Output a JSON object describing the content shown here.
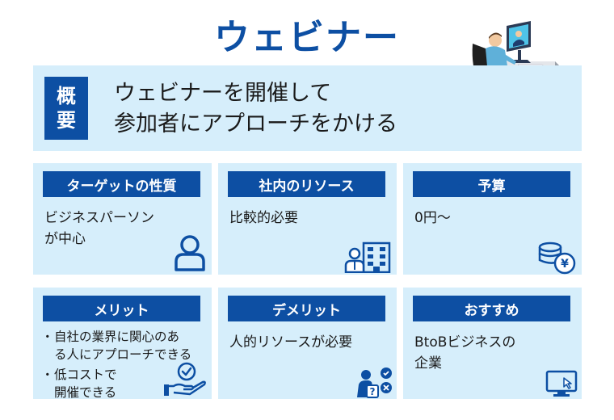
{
  "title": "ウェビナー",
  "overview": {
    "badge": [
      "概",
      "要"
    ],
    "lines": [
      "ウェビナーを開催して",
      "参加者にアプローチをかける"
    ]
  },
  "cards": [
    {
      "header": "ターゲットの性質",
      "body": [
        "ビジネスパーソン",
        "が中心"
      ],
      "icon": "person-icon"
    },
    {
      "header": "社内のリソース",
      "body": [
        "比較的必要"
      ],
      "icon": "staff-building-icon"
    },
    {
      "header": "予算",
      "body": [
        "0円〜"
      ],
      "icon": "yen-coins-icon"
    },
    {
      "header": "メリット",
      "bullets": [
        [
          "自社の業界に関心のあ",
          "る人にアプローチできる"
        ],
        [
          "低コストで",
          "開催できる"
        ]
      ],
      "icon": "hand-check-icon"
    },
    {
      "header": "デメリット",
      "body": [
        "人的リソースが必要"
      ],
      "icon": "confused-person-icon"
    },
    {
      "header": "おすすめ",
      "body": [
        "BtoBビジネスの",
        "企業"
      ],
      "icon": "monitor-cursor-icon"
    }
  ],
  "colors": {
    "accent": "#0d4fa3",
    "panel": "#d6eefb"
  }
}
